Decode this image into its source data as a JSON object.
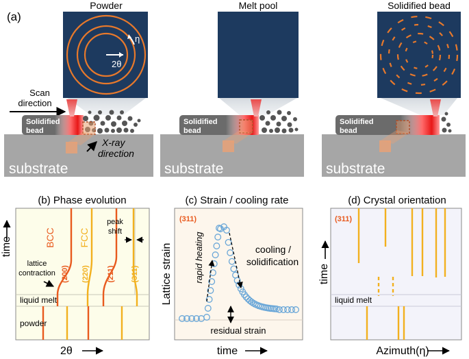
{
  "panel_a": {
    "label": "(a)",
    "titles": [
      "Powder",
      "Melt pool",
      "Solidified bead"
    ],
    "eta_label": "η",
    "two_theta_label": "2θ",
    "scan_direction": [
      "Scan",
      "direction"
    ],
    "bead_label": [
      "Solidified",
      "bead"
    ],
    "xray_direction": [
      "X-ray",
      "direction"
    ],
    "substrate_label": "substrate"
  },
  "panel_b": {
    "title": "(b) Phase evolution",
    "phases": [
      "BCC",
      "FCC"
    ],
    "peak_labels": [
      "(200)",
      "(220)",
      "(211)",
      "(311)"
    ],
    "peak_shift": [
      "peak",
      "shift"
    ],
    "lattice_contraction": [
      "lattice",
      "contraction"
    ],
    "liquid_melt": "liquid melt",
    "powder": "powder",
    "y_axis": "time",
    "x_axis": "2θ"
  },
  "panel_c": {
    "title": "(c) Strain / cooling rate",
    "peak": "(311)",
    "rapid_heating": "rapid heating",
    "cooling": [
      "cooling /",
      "solidification"
    ],
    "residual_strain": "residual strain",
    "y_axis": "Lattice strain",
    "x_axis": "time"
  },
  "panel_d": {
    "title": "(d) Crystal orientation",
    "peak": "(311)",
    "liquid_melt": "liquid melt",
    "y_axis": "time",
    "x_axis": "Azimuth(η)"
  },
  "colors": {
    "detector_bg": "#1d3a5f",
    "ring": "#e8792b",
    "bcc": "#e85a1e",
    "fcc": "#f2b01e",
    "substrate": "#a6a6a6",
    "bead": "#6b6b6b",
    "circle_marker": "#6aa7d8"
  }
}
